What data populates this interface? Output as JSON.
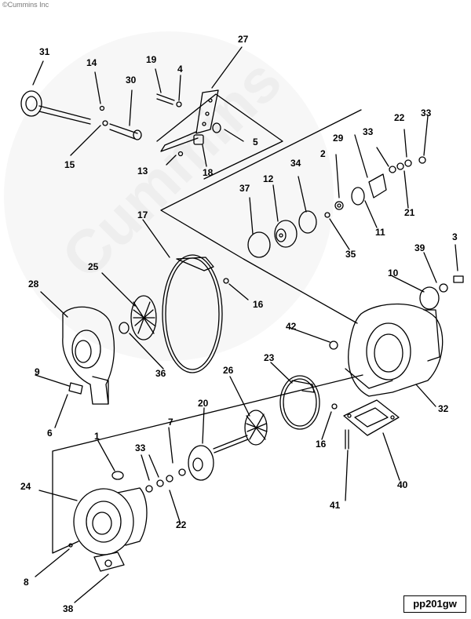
{
  "copyright": "©Cummins Inc",
  "watermark": "Cummins",
  "figure_id": "pp201gw",
  "callouts": [
    "31",
    "14",
    "30",
    "19",
    "4",
    "27",
    "5",
    "15",
    "13",
    "18",
    "22",
    "33",
    "33",
    "29",
    "2",
    "34",
    "12",
    "37",
    "21",
    "11",
    "35",
    "17",
    "3",
    "39",
    "10",
    "25",
    "16",
    "28",
    "42",
    "36",
    "23",
    "9",
    "26",
    "32",
    "6",
    "20",
    "16",
    "1",
    "7",
    "33",
    "41",
    "40",
    "24",
    "22",
    "8",
    "38"
  ]
}
